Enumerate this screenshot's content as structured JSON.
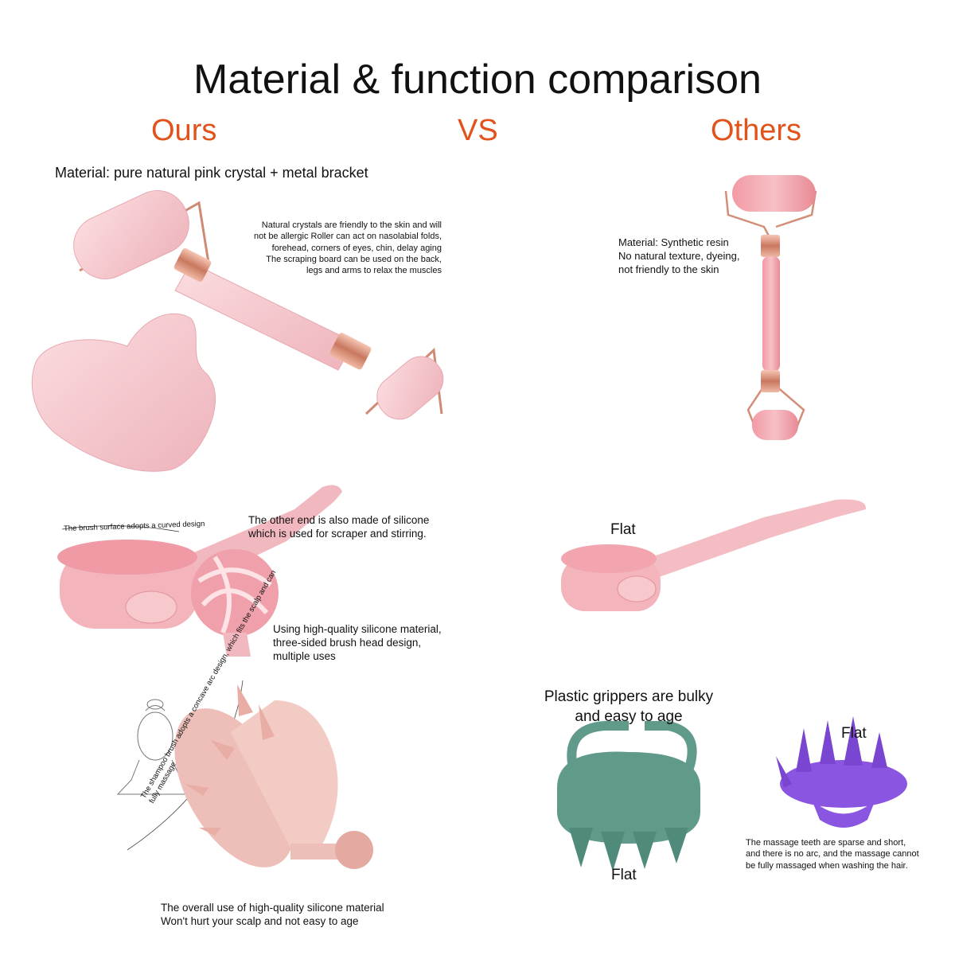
{
  "title": "Material & function comparison",
  "headers": {
    "ours": "Ours",
    "vs": "VS",
    "others": "Others"
  },
  "roller_section": {
    "ours_material": "Material: pure natural pink crystal + metal bracket",
    "ours_desc": "Natural crystals are friendly to the skin and will\nnot be allergic Roller can act on nasolabial folds,\nforehead, corners of eyes, chin, delay aging\nThe scraping board can be used on the back,\nlegs and arms to relax the muscles",
    "others_desc": "Material: Synthetic resin\nNo natural texture, dyeing,\nnot friendly to the skin"
  },
  "brush_section": {
    "curved_note": "The brush surface adopts a curved design",
    "other_end": "The other end is also made of silicone\nwhich is used for scraper and stirring.",
    "material_note": "Using high-quality silicone material,\nthree-sided brush head design,\nmultiple uses",
    "others_flat": "Flat"
  },
  "scalp_section": {
    "concave_note": "The shampoo brush adopts a concave arc design, which fits the scalp and can fully massage",
    "ours_desc": "The overall use of high-quality silicone material\nWon't hurt your scalp and not easy to age",
    "others_grippers": "Plastic grippers are bulky\nand easy to age",
    "others_flat_bottom": "Flat",
    "others_flat_right": "Flat",
    "others_teeth": "The massage teeth are sparse and short,\n and there is no arc, and the massage cannot\nbe fully massaged when washing the hair."
  },
  "colors": {
    "accent_orange": "#e2531b",
    "rose_quartz": "#f5c6cc",
    "rose_gold": "#d9957a",
    "silicone_pink": "#f3b4bb",
    "scalp_pink": "#eebfb8",
    "teal": "#5f9a8b",
    "purple": "#8a55e0"
  }
}
